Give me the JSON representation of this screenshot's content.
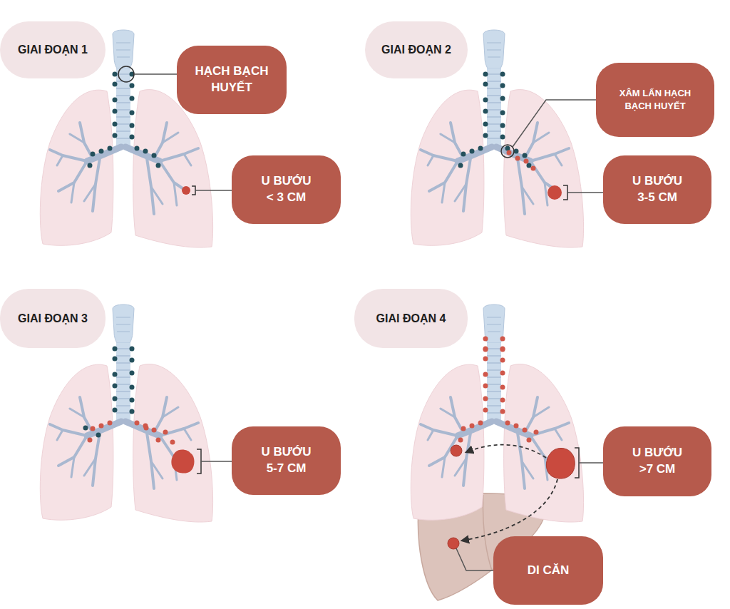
{
  "diagram": {
    "nodes": [
      {
        "text": [
          "GIAI ĐOẠN 1"
        ]
      },
      {
        "text": [
          "HẠCH BẠCH HUYẾT"
        ]
      },
      {
        "text": [
          "U BƯỚU < 3 CM"
        ]
      },
      {
        "text": [
          "GIAI ĐOẠN 2"
        ]
      },
      {
        "text": [
          "XÂM LẤN HẠCH BẠCH HUYẾT"
        ]
      },
      {
        "text": [
          "U BƯỚU 3-5 CM"
        ]
      },
      {
        "text": [
          "GIAI ĐOẠN 3"
        ]
      },
      {
        "text": [
          "U BƯỚU 5-7 CM"
        ]
      },
      {
        "text": [
          "GIAI ĐOẠN 4"
        ]
      },
      {
        "text": [
          "U BƯỚU >7 CM"
        ]
      },
      {
        "text": [
          "DI CĂN"
        ]
      }
    ]
  }
}
